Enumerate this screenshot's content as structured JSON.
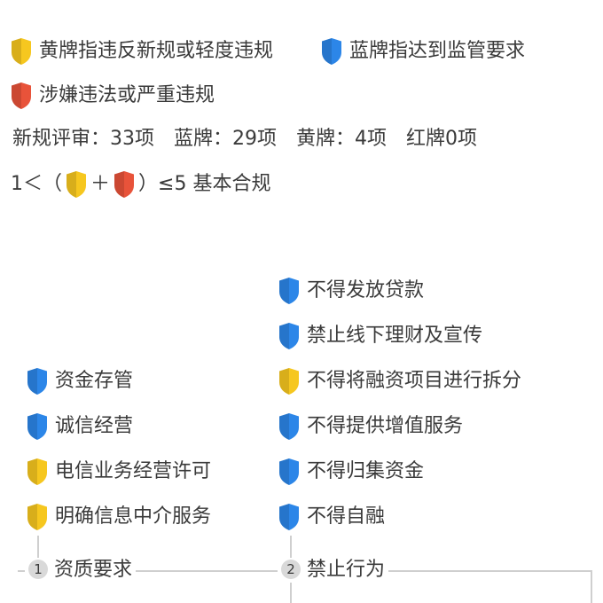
{
  "legend": {
    "yellow": "黄牌指违反新规或轻度违规",
    "blue": "蓝牌指达到监管要求",
    "red": "涉嫌违法或严重违规"
  },
  "stats": "新规评审：33项　蓝牌：29项　黄牌：4项　红牌0项",
  "formula": {
    "prefix": "1＜（",
    "plus": "＋",
    "suffix": "）≤5 基本合规"
  },
  "colors": {
    "yellow": "#F6C71F",
    "blue": "#2C86E8",
    "red": "#E8533A",
    "line": "#CFCFCF"
  },
  "group1": {
    "number": "1",
    "title": "资质要求",
    "items": [
      {
        "label": "资金存管",
        "badge": "blue"
      },
      {
        "label": "诚信经营",
        "badge": "blue"
      },
      {
        "label": "电信业务经营许可",
        "badge": "yellow"
      },
      {
        "label": "明确信息中介服务",
        "badge": "yellow"
      }
    ]
  },
  "group2": {
    "number": "2",
    "title": "禁止行为",
    "items": [
      {
        "label": "不得发放贷款",
        "badge": "blue"
      },
      {
        "label": "禁止线下理财及宣传",
        "badge": "blue"
      },
      {
        "label": "不得将融资项目进行拆分",
        "badge": "yellow"
      },
      {
        "label": "不得提供增值服务",
        "badge": "blue"
      },
      {
        "label": "不得归集资金",
        "badge": "blue"
      },
      {
        "label": "不得自融",
        "badge": "blue"
      }
    ]
  }
}
